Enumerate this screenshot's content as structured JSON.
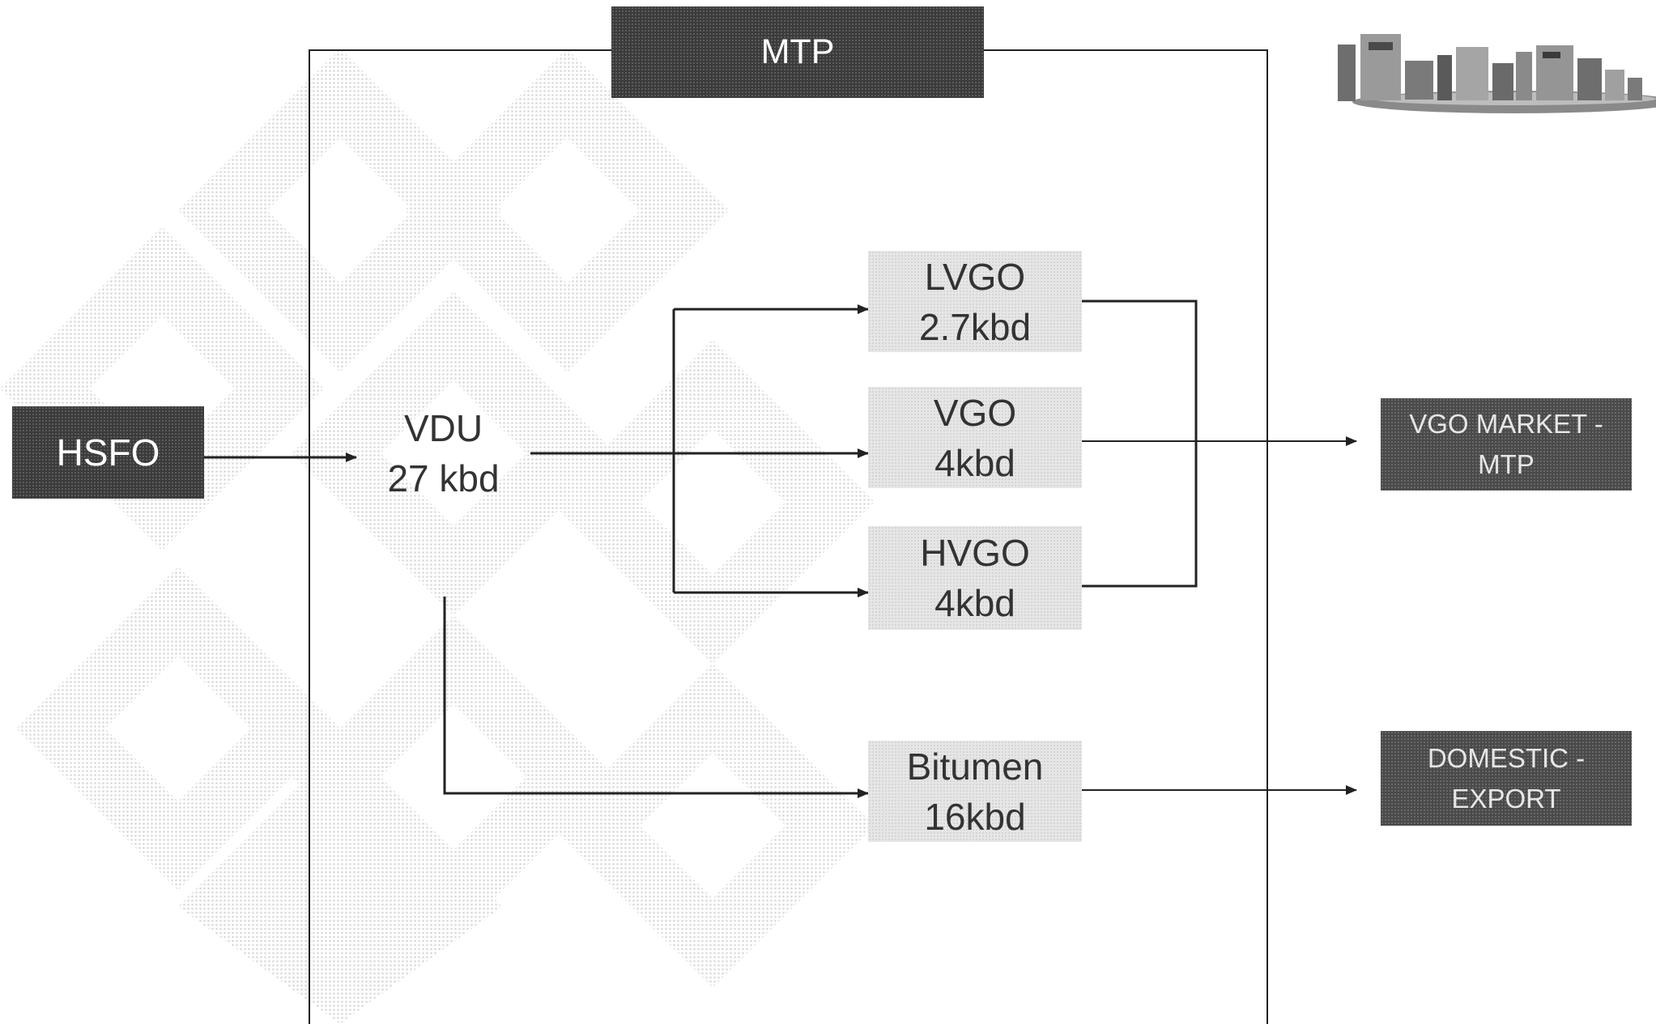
{
  "diagram": {
    "frame_title": "MTP",
    "input": {
      "label": "HSFO"
    },
    "unit": {
      "name": "VDU",
      "capacity": "27 kbd"
    },
    "products": [
      {
        "name": "LVGO",
        "rate": "2.7kbd"
      },
      {
        "name": "VGO",
        "rate": "4kbd"
      },
      {
        "name": "HVGO",
        "rate": "4kbd"
      },
      {
        "name": "Bitumen",
        "rate": "16kbd"
      }
    ],
    "destinations": [
      {
        "line1": "VGO MARKET -",
        "line2": "MTP"
      },
      {
        "line1": "DOMESTIC -",
        "line2": "EXPORT"
      }
    ],
    "picture": "refinery-skyline-icon",
    "colors": {
      "dark_box": "#4a4a4a",
      "light_box": "#e6e6e6",
      "lines": "#222222",
      "watermark": "#d9d9d9"
    }
  }
}
